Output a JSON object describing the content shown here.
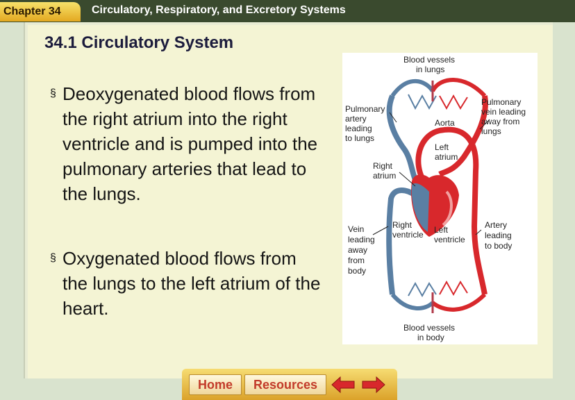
{
  "header": {
    "chapter_tab": "Chapter 34",
    "unit_title": "Circulatory, Respiratory, and Excretory Systems"
  },
  "section_title": "34.1 Circulatory System",
  "bullets": [
    {
      "marker": "§",
      "text": "Deoxygenated blood flows from the right atrium into the right ventricle and is pumped into the pulmonary arteries that lead to the lungs."
    },
    {
      "marker": "§",
      "text": "Oxygenated blood flows from the lungs to the left atrium of the heart."
    }
  ],
  "diagram": {
    "labels": {
      "lungs_1": "Blood vessels",
      "lungs_2": "in lungs",
      "pa_1": "Pulmonary",
      "pa_2": "artery",
      "pa_3": "leading",
      "pa_4": "to lungs",
      "pv_1": "Pulmonary",
      "pv_2": "vein leading",
      "pv_3": "away from",
      "pv_4": "lungs",
      "aorta": "Aorta",
      "la_1": "Left",
      "la_2": "atrium",
      "ra_1": "Right",
      "ra_2": "atrium",
      "vein_1": "Vein",
      "vein_2": "leading",
      "vein_3": "away",
      "vein_4": "from",
      "vein_5": "body",
      "rv_1": "Right",
      "rv_2": "ventricle",
      "lv_1": "Left",
      "lv_2": "ventricle",
      "art_1": "Artery",
      "art_2": "leading",
      "art_3": "to body",
      "body_1": "Blood vessels",
      "body_2": "in body"
    },
    "colors": {
      "oxygenated": "#d8282c",
      "deoxygenated": "#5a7fa3"
    }
  },
  "nav": {
    "home_label": "Home",
    "resources_label": "Resources",
    "back_icon": "left-arrow-icon",
    "forward_icon": "right-arrow-icon"
  }
}
